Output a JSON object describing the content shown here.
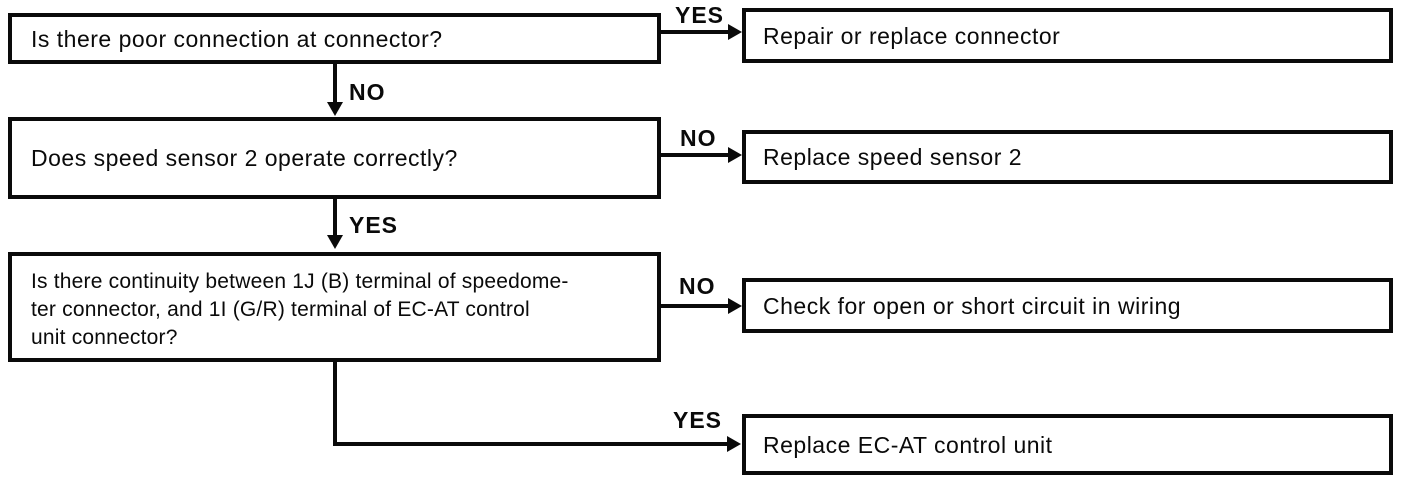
{
  "page": {
    "background_color": "#ffffff",
    "ink_color": "#0a0a0a",
    "kind": "troubleshooting-flowchart"
  },
  "flowchart": {
    "questions": [
      "Is there poor connection at connector?",
      "Does speed sensor 2 operate correctly?",
      "Is there continuity between 1J (B) terminal of speedome-\nter connector, and 1I (G/R) terminal of EC-AT control\nunit connector?"
    ],
    "actions": [
      "Repair or replace connector",
      "Replace speed sensor 2",
      "Check for open or short circuit in wiring",
      "Replace EC-AT control unit"
    ],
    "edge_labels": {
      "q1_yes": "YES",
      "q1_no": "NO",
      "q2_no": "NO",
      "q2_yes": "YES",
      "q3_no": "NO",
      "q3_yes": "YES"
    }
  }
}
